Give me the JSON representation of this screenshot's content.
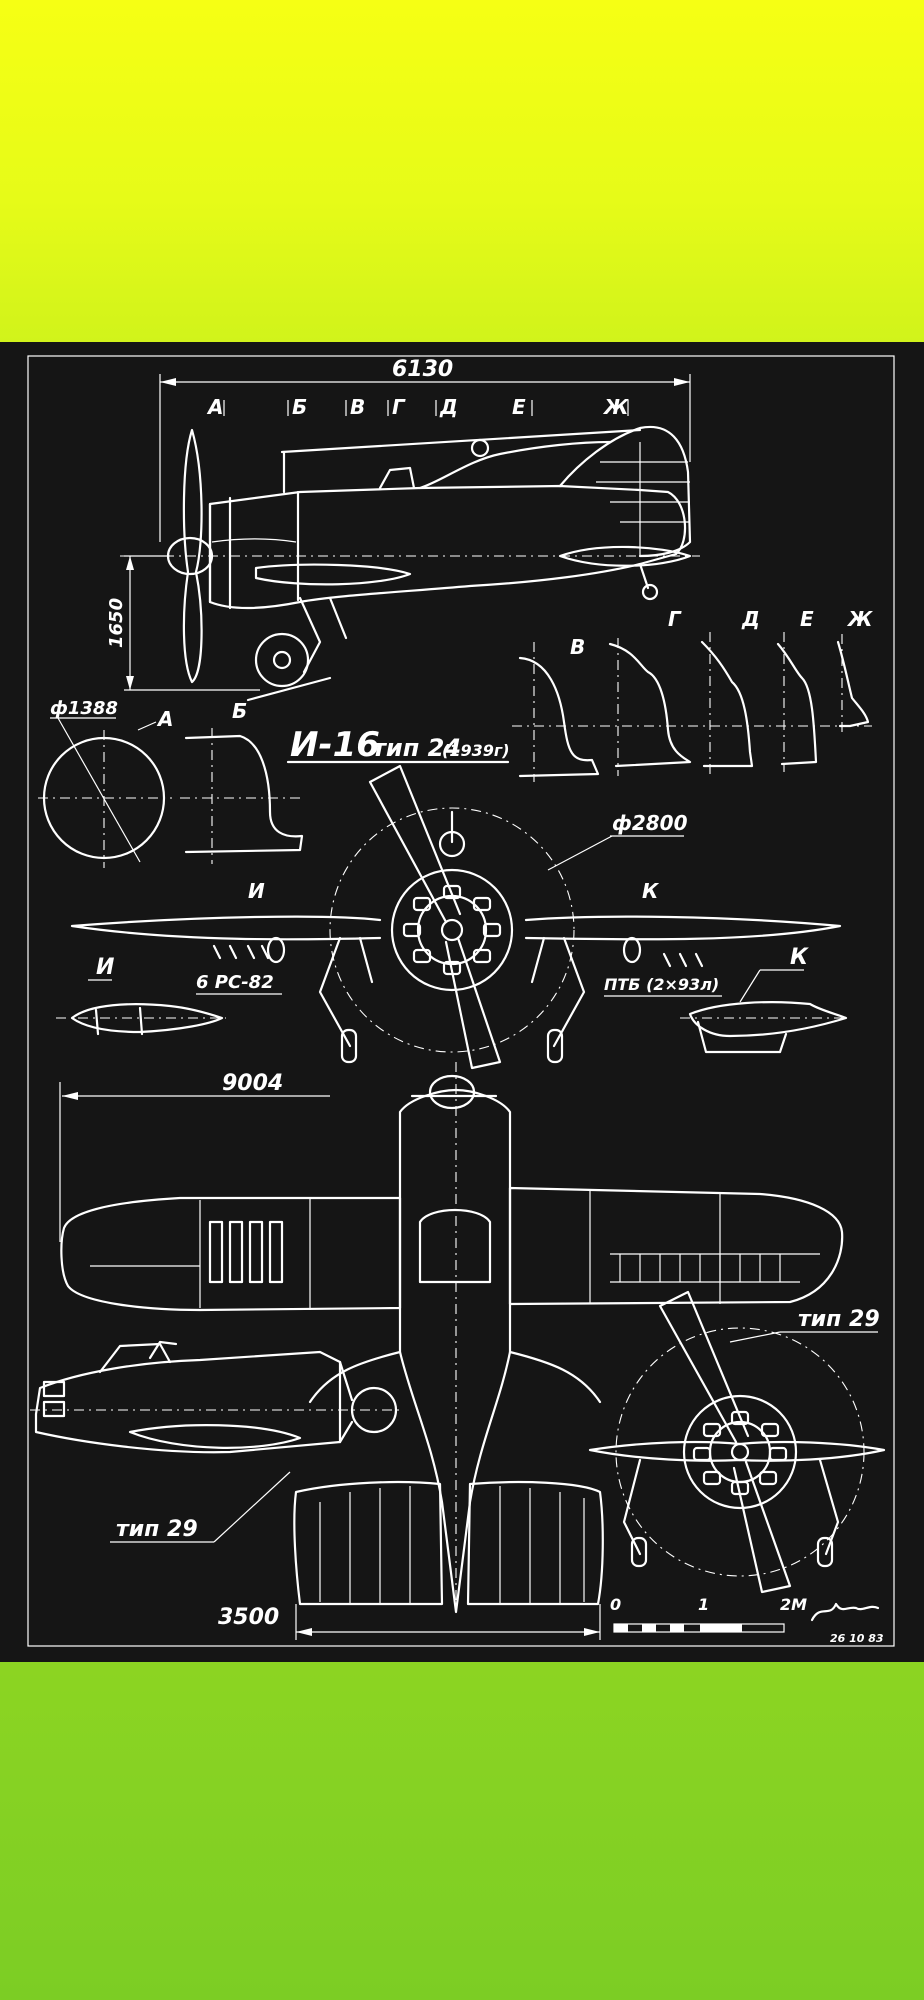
{
  "drawing": {
    "title_main": "И-16",
    "title_type": "тип 24",
    "title_year": "(1939г)",
    "dim_length": "6130",
    "dim_height": "1650",
    "dim_wingspan": "9004",
    "dim_tailspan": "3500",
    "dim_prop_diameter": "ф2800",
    "dim_cowl_diameter": "ф1388",
    "sections": [
      "А",
      "Б",
      "В",
      "Г",
      "Д",
      "Е",
      "Ж"
    ],
    "section_labels": {
      "a": "А",
      "b": "Б",
      "v": "В",
      "g": "Г",
      "d": "Д",
      "e": "Е",
      "zh": "Ж",
      "i": "И",
      "k": "К"
    },
    "rockets_label": "6 РС-82",
    "tanks_label": "ПТБ (2×93л)",
    "variant_label_1": "тип 29",
    "variant_label_2": "тип 29",
    "scale": {
      "zero": "0",
      "one": "1",
      "two": "2М"
    },
    "signature_date": "26 10 83",
    "line_color": "#ffffff",
    "background_color": "#151515"
  }
}
